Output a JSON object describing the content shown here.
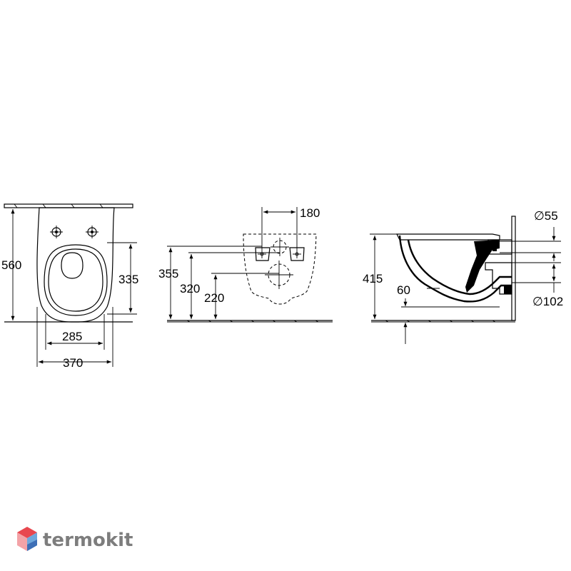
{
  "views": {
    "front": {
      "height_total": "560",
      "rim_height": "335",
      "inner_width": "285",
      "outer_width": "370"
    },
    "wall": {
      "bolt_spacing": "180",
      "bolt_height": "355",
      "supply_height": "320",
      "outlet_height": "220"
    },
    "side": {
      "seat_height": "415",
      "outlet_offset": "60",
      "inlet_diameter": "∅55",
      "outlet_diameter": "∅102"
    }
  },
  "watermark": {
    "brand": "termokit",
    "logo_colors": [
      "#e8474f",
      "#f3a3a7",
      "#6fa8dc",
      "#3d6fb6"
    ]
  }
}
